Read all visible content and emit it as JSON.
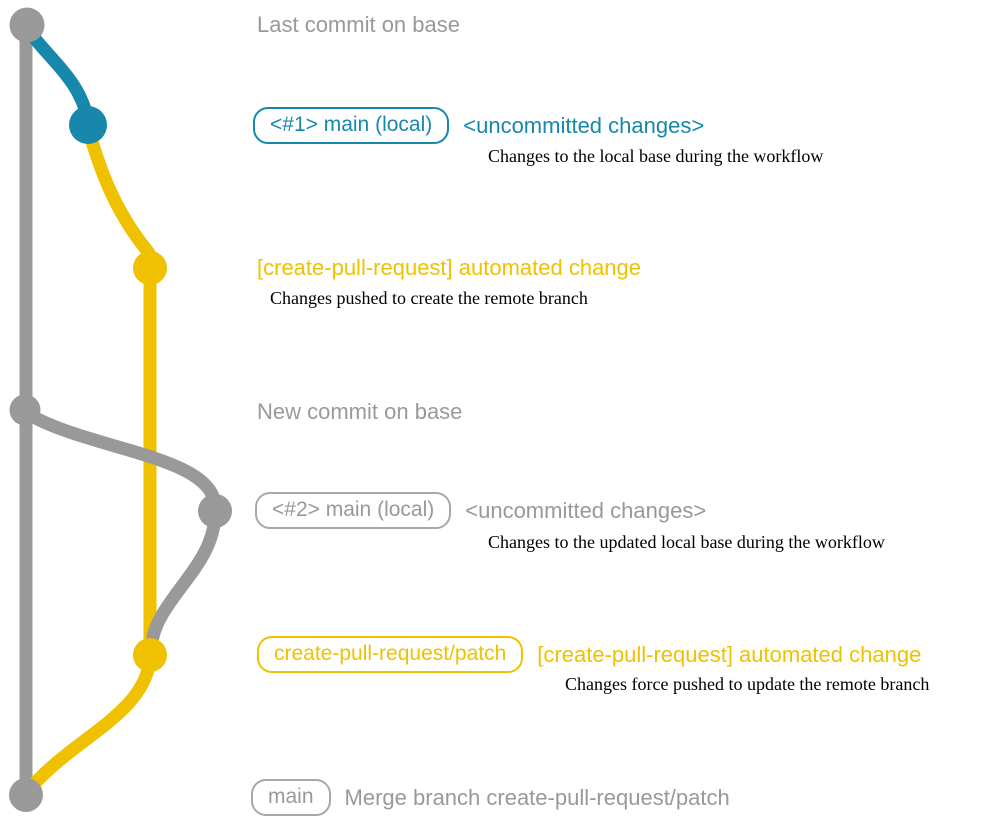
{
  "colors": {
    "base": "#999999",
    "local": "#1787ab",
    "pr": "#efc100",
    "note": "#000000",
    "pill_gray_border": "#a8a8a8"
  },
  "headings": {
    "last_commit": "Last commit on base",
    "new_commit": "New commit on base"
  },
  "branch1": {
    "pill": "<#1> main (local)",
    "status": "<uncommitted changes>",
    "note": "Changes to the local base during the workflow"
  },
  "push1": {
    "title": "[create-pull-request] automated change",
    "note": "Changes pushed to create the remote branch"
  },
  "branch2": {
    "pill": "<#2> main (local)",
    "status": "<uncommitted changes>",
    "note": "Changes to the updated local base during the workflow"
  },
  "push2": {
    "pill": "create-pull-request/patch",
    "title": "[create-pull-request] automated change",
    "note": "Changes force pushed to update the remote branch"
  },
  "merge": {
    "pill": "main",
    "title": "Merge branch create-pull-request/patch"
  }
}
